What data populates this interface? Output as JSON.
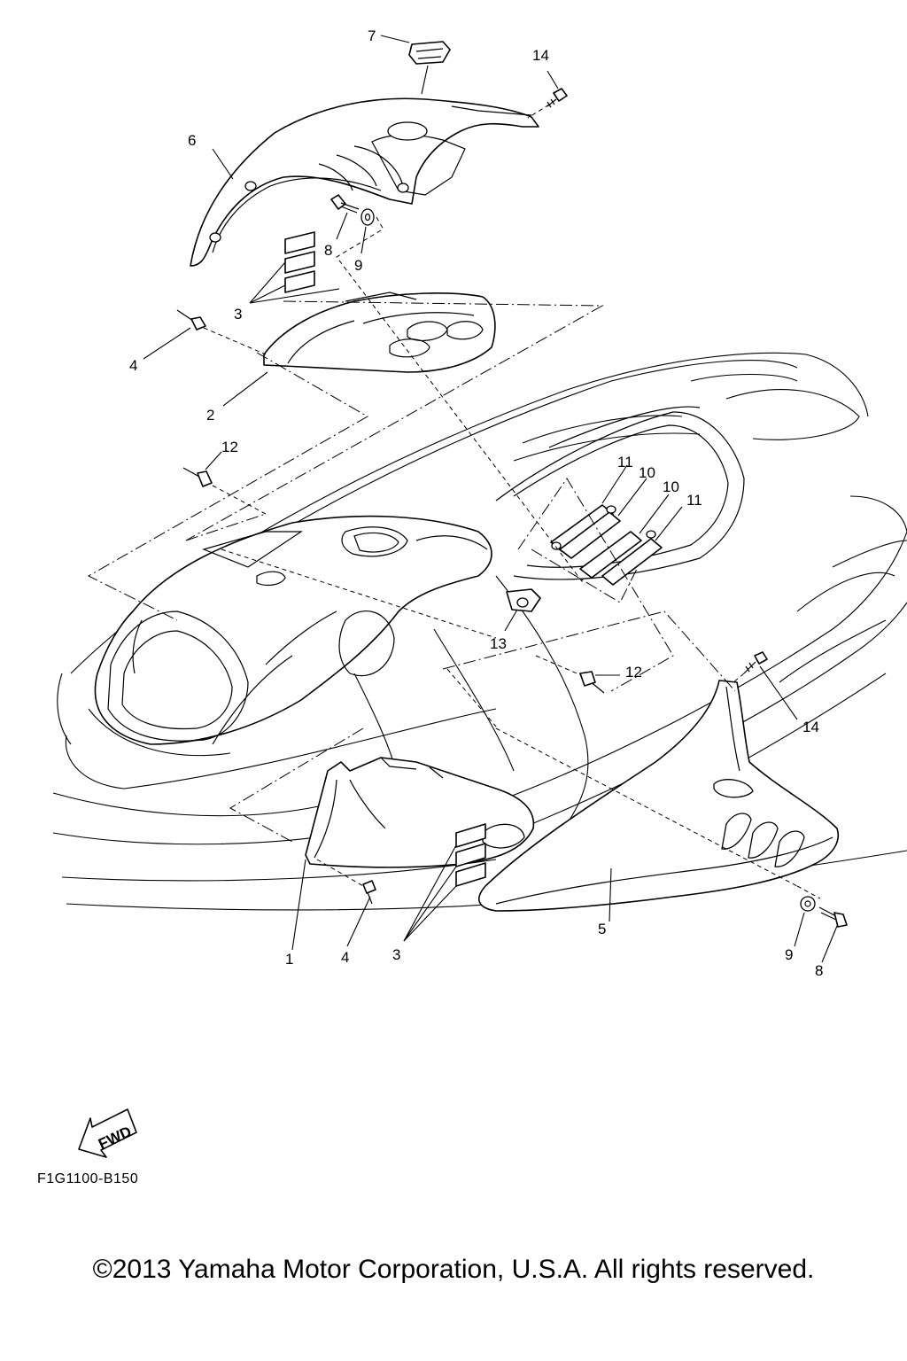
{
  "diagram": {
    "callouts": {
      "c1": "1",
      "c2": "2",
      "c3a": "3",
      "c3b": "3",
      "c4a": "4",
      "c4b": "4",
      "c5": "5",
      "c6": "6",
      "c7": "7",
      "c8a": "8",
      "c8b": "8",
      "c9a": "9",
      "c9b": "9",
      "c10a": "10",
      "c10b": "10",
      "c11a": "11",
      "c11b": "11",
      "c12a": "12",
      "c12b": "12",
      "c13": "13",
      "c14a": "14",
      "c14b": "14"
    },
    "fwd_label": "FWD",
    "figure_code": "F1G1100-B150"
  },
  "footer": {
    "copyright": "©2013 Yamaha Motor Corporation, U.S.A. All rights reserved."
  }
}
